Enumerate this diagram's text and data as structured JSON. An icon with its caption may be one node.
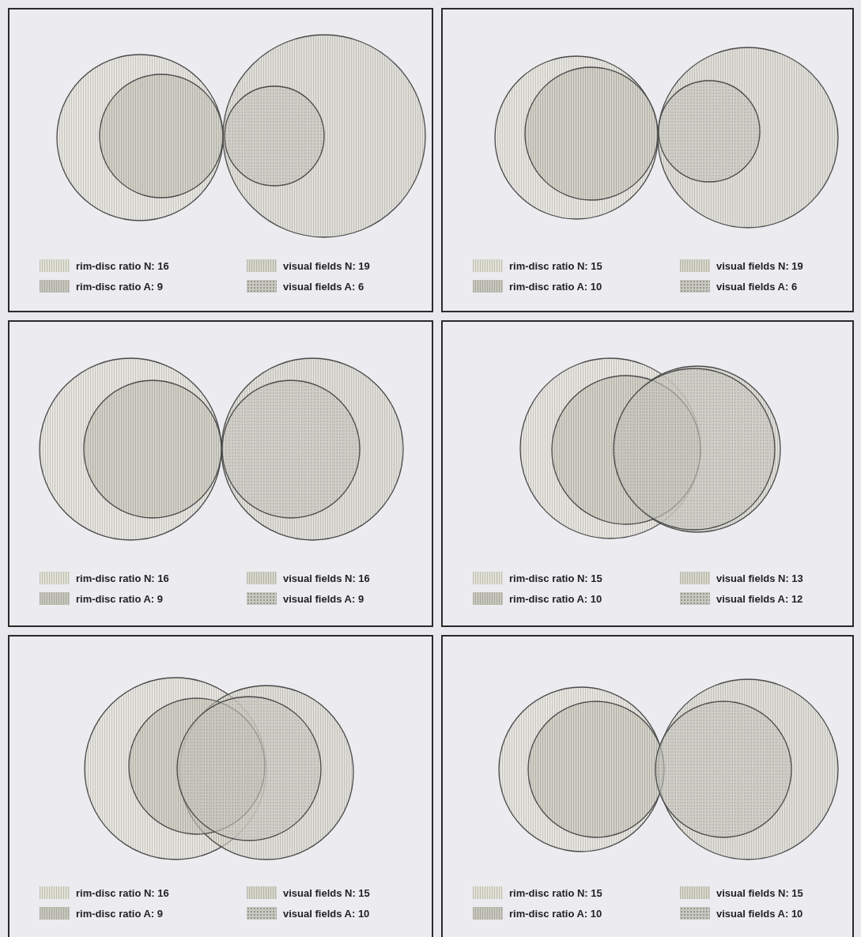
{
  "diagram": {
    "legend": [
      {
        "text": "rim-disc ratio N: 16",
        "color": "#e2e2d6"
      },
      {
        "text": "visual fields N: 19",
        "color": "#d6d6ca"
      },
      {
        "text": "rim-disc ratio A: 9",
        "color": "#c6c6bc"
      },
      {
        "text": "visual fields A: 6",
        "color": "#c8c8c0"
      },
      {
        "text": "rim-disc ratio N: 15",
        "color": "#e2e2d6"
      },
      {
        "text": "visual fields N: 19",
        "color": "#d6d6ca"
      },
      {
        "text": "rim-disc ratio A: 10",
        "color": "#c6c6bc"
      },
      {
        "text": "visual fields A: 6",
        "color": "#c8c8c0"
      },
      {
        "text": "rim-disc ratio N: 16",
        "color": "#e2e2d6"
      },
      {
        "text": "visual fields N: 16",
        "color": "#d6d6ca"
      },
      {
        "text": "rim-disc ratio A: 9",
        "color": "#c6c6bc"
      },
      {
        "text": "visual fields A: 9",
        "color": "#c8c8c0"
      },
      {
        "text": "rim-disc ratio N: 15",
        "color": "#e2e2d6"
      },
      {
        "text": "visual fields N: 13",
        "color": "#d6d6ca"
      },
      {
        "text": "rim-disc ratio A: 10",
        "color": "#c6c6bc"
      },
      {
        "text": "visual fields A: 12",
        "color": "#c8c8c0"
      },
      {
        "text": "rim-disc ratio N: 16",
        "color": "#e2e2d6"
      },
      {
        "text": "visual fields N: 15",
        "color": "#d6d6ca"
      },
      {
        "text": "rim-disc ratio A: 9",
        "color": "#c6c6bc"
      },
      {
        "text": "visual fields A: 10",
        "color": "#c8c8c0"
      },
      {
        "text": "rim-disc ratio N: 15",
        "color": "#e2e2d6"
      },
      {
        "text": "visual fields N: 15",
        "color": "#d6d6ca"
      },
      {
        "text": "rim-disc ratio A: 10",
        "color": "#c6c6bc"
      },
      {
        "text": "visual fields A: 10",
        "color": "#c8c8c0"
      }
    ]
  }
}
